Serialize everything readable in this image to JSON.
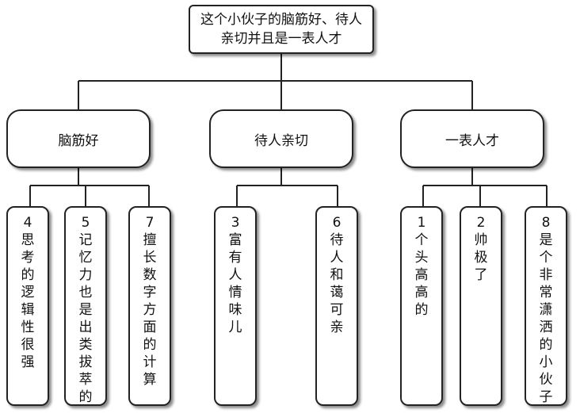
{
  "root": {
    "text": "这个小伙子的脑筋好、待人亲切并且是一表人才"
  },
  "branches": [
    {
      "label": "脑筋好"
    },
    {
      "label": "待人亲切"
    },
    {
      "label": "一表人才"
    }
  ],
  "leaves": [
    {
      "text": "4思考的逻辑性很强"
    },
    {
      "text": "5记忆力也是出类拔萃的"
    },
    {
      "text": "7擅长数字方面的计算"
    },
    {
      "text": "3富有人情味儿"
    },
    {
      "text": "6待人和蔼可亲"
    },
    {
      "text": "1个头高高的"
    },
    {
      "text": "2帅极了"
    },
    {
      "text": "8是个非常潇洒的小伙子"
    }
  ]
}
